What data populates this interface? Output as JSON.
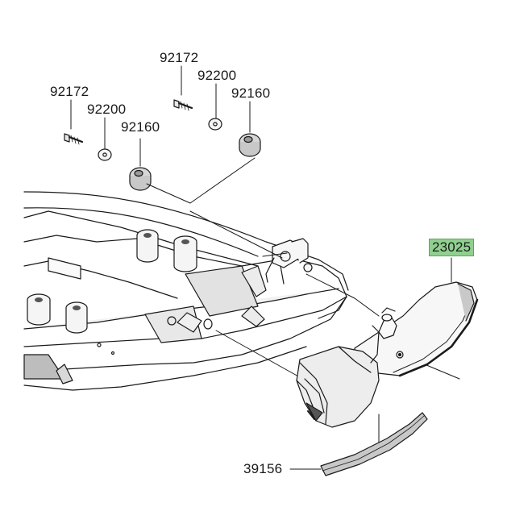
{
  "part_labels": {
    "screw_right": "92172",
    "washer_right": "92200",
    "grommet_right": "92160",
    "screw_left": "92172",
    "washer_left": "92200",
    "grommet_left": "92160",
    "tail_light": "23025",
    "strip": "39156"
  },
  "colors": {
    "line": "#1a1a1a",
    "part_fill": "#f2f2f2",
    "shade": "#bdbdbd",
    "highlight": "#8fd08f"
  }
}
